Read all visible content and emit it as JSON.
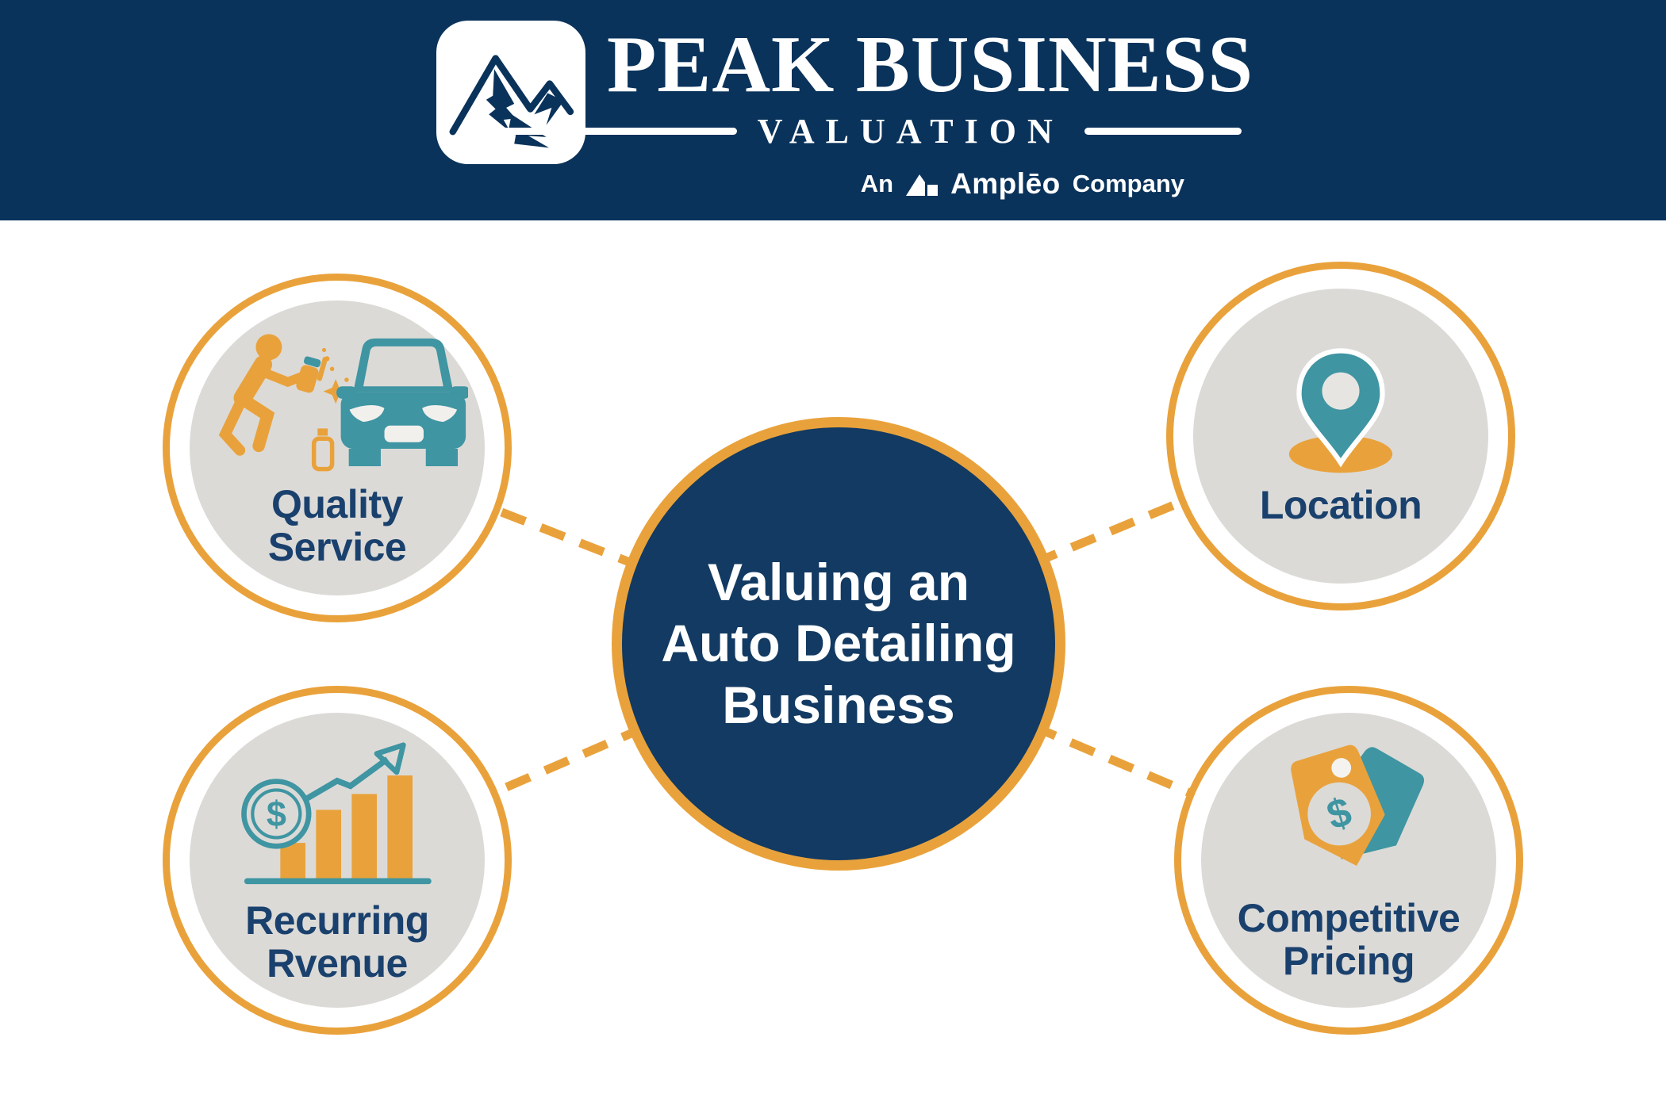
{
  "header": {
    "logo_title": "PEAK BUSINESS",
    "logo_subtitle": "VALUATION",
    "tagline_prefix": "An",
    "tagline_brand": "Amplēo",
    "tagline_suffix": "Company"
  },
  "center": {
    "line1": "Valuing an",
    "line2": "Auto Detailing",
    "line3": "Business"
  },
  "nodes": {
    "quality_service": {
      "line1": "Quality",
      "line2": "Service",
      "icon": "car-detailing-icon",
      "position": "top-left"
    },
    "location": {
      "line1": "Location",
      "icon": "map-pin-icon",
      "position": "top-right"
    },
    "recurring_revenue": {
      "line1": "Recurring",
      "line2": "Rvenue",
      "icon": "revenue-growth-chart-icon",
      "position": "bottom-left"
    },
    "competitive_pricing": {
      "line1": "Competitive",
      "line2": "Pricing",
      "icon": "price-tags-icon",
      "position": "bottom-right"
    }
  },
  "icon_text": {
    "dollar": "$"
  },
  "colors": {
    "header_navy": "#0a335b",
    "circle_navy": "#123a62",
    "orange": "#e9a23b",
    "teal": "#3f95a2",
    "light_gray": "#dcdad7",
    "label_navy": "#1a416d",
    "white": "#ffffff"
  }
}
